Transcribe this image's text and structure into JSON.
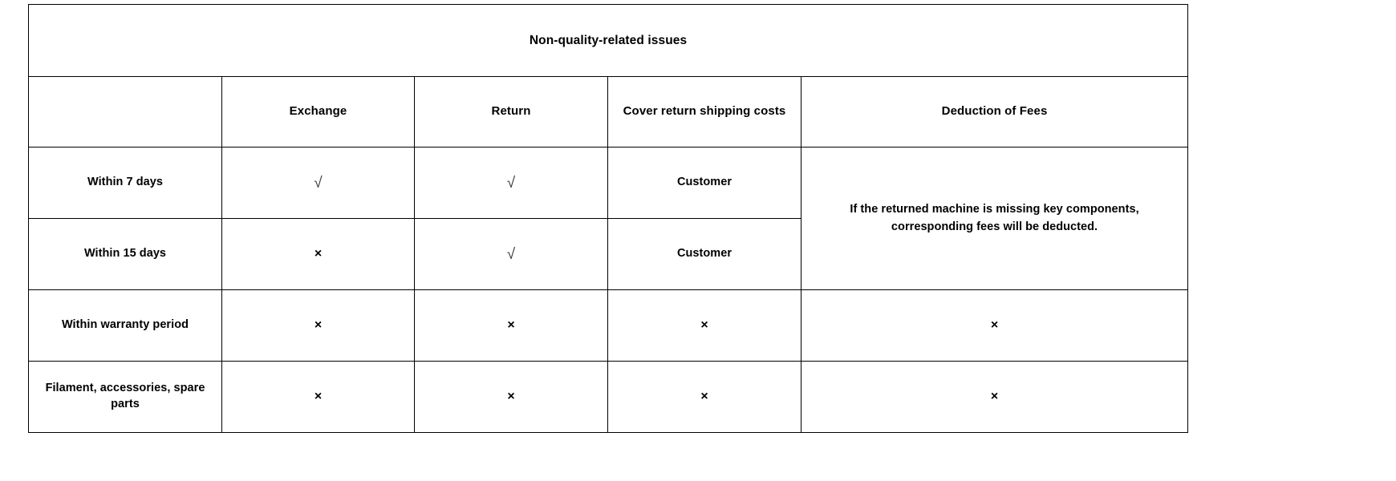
{
  "table": {
    "title": "Non-quality-related issues",
    "columns": [
      {
        "key": "scenario",
        "label": ""
      },
      {
        "key": "exchange",
        "label": "Exchange"
      },
      {
        "key": "return",
        "label": "Return"
      },
      {
        "key": "shipping",
        "label": "Cover return shipping costs"
      },
      {
        "key": "fees",
        "label": "Deduction of Fees"
      }
    ],
    "rows": [
      {
        "label": "Within 7 days",
        "exchange": "√",
        "exchange_kind": "check",
        "return": "√",
        "return_kind": "check",
        "shipping": "Customer",
        "shipping_kind": "text"
      },
      {
        "label": "Within 15 days",
        "exchange": "×",
        "exchange_kind": "cross",
        "return": "√",
        "return_kind": "check",
        "shipping": "Customer",
        "shipping_kind": "text"
      },
      {
        "label": "Within warranty period",
        "exchange": "×",
        "exchange_kind": "cross",
        "return": "×",
        "return_kind": "cross",
        "shipping": "×",
        "shipping_kind": "cross",
        "fees": "×",
        "fees_kind": "cross"
      },
      {
        "label": "Filament, accessories, spare parts",
        "exchange": "×",
        "exchange_kind": "cross",
        "return": "×",
        "return_kind": "cross",
        "shipping": "×",
        "shipping_kind": "cross",
        "fees": "×",
        "fees_kind": "cross"
      }
    ],
    "merged_fees_note": "If the returned machine is missing key components, corresponding fees will be deducted."
  },
  "colors": {
    "border": "#000000",
    "text": "#000000",
    "check_mark": "#3a3a3a",
    "background": "#ffffff"
  }
}
